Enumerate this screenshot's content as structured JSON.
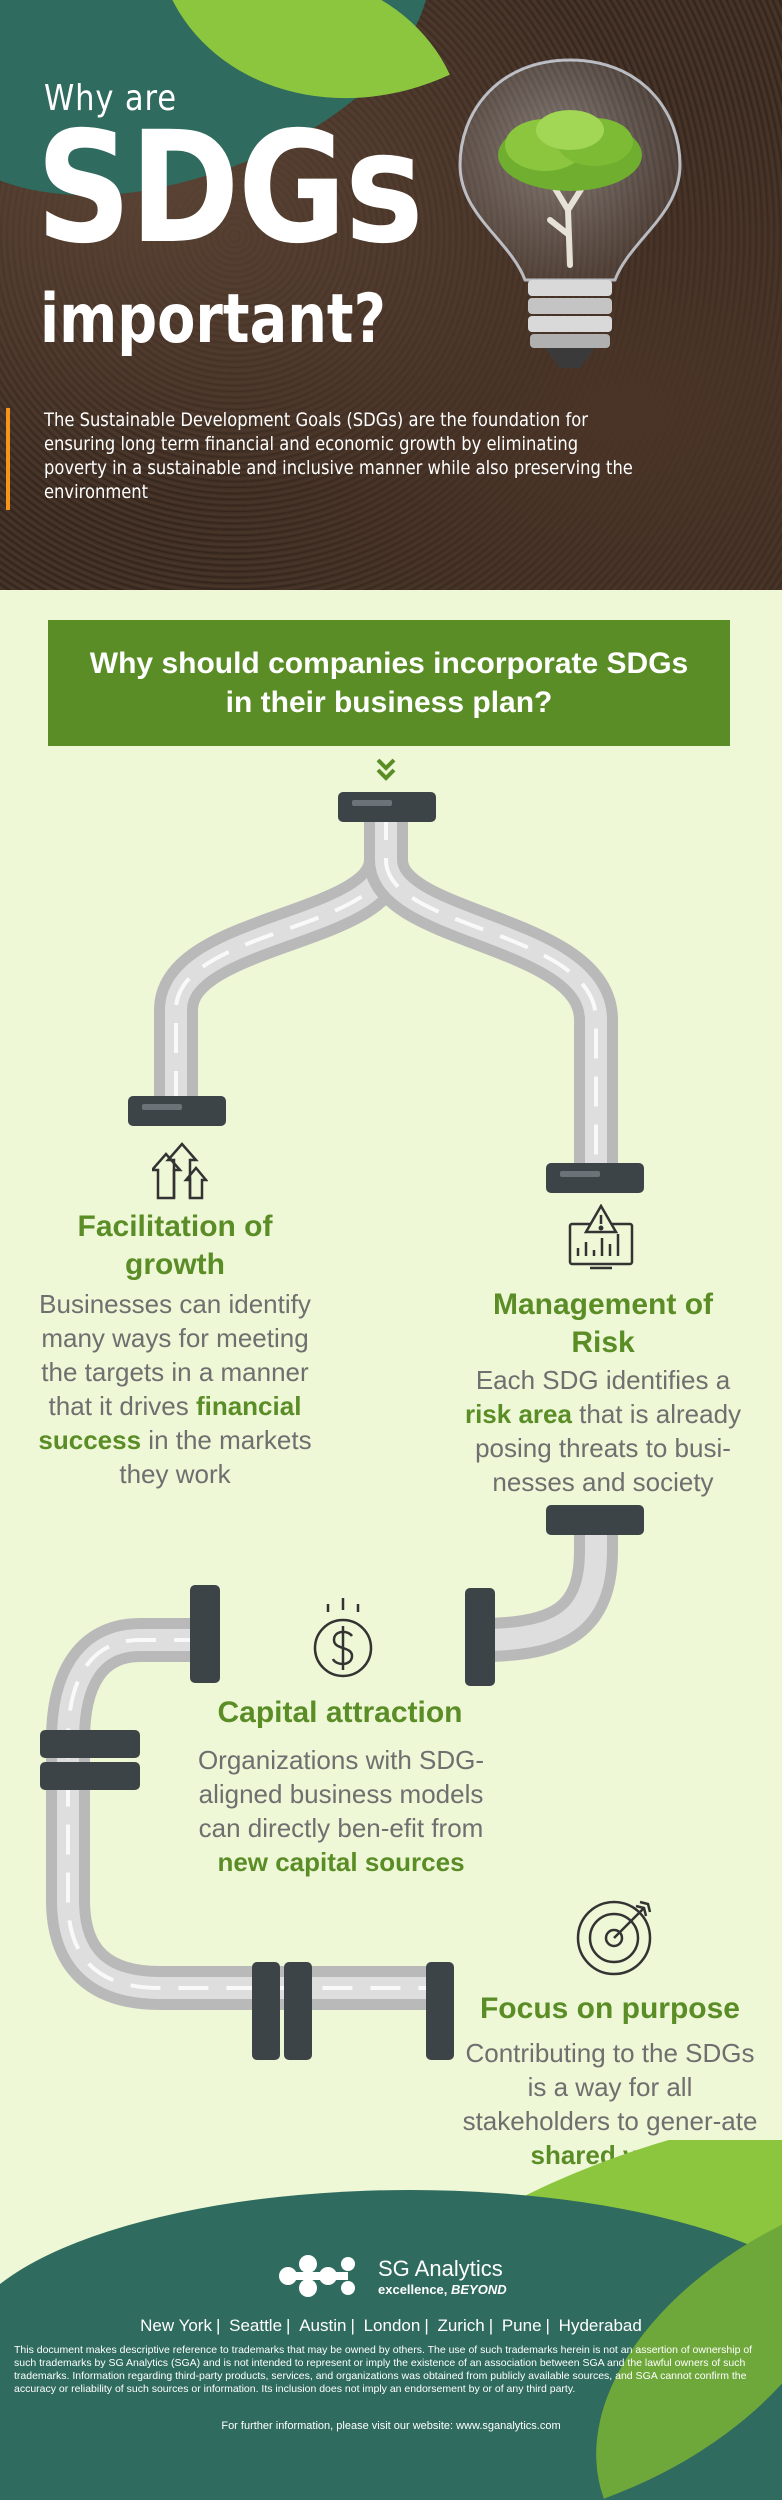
{
  "hero": {
    "line1": "Why are",
    "line2": "SDGs",
    "line3": "important?",
    "intro": "The Sustainable Development Goals (SDGs) are the foundation for ensuring long term financial and economic growth by eliminating poverty in a sustainable and inclusive manner while also preserving the environment"
  },
  "header": {
    "title": "Why should companies incorporate SDGs in their business plan?"
  },
  "sections": [
    {
      "icon": "growth-arrows-icon",
      "title": "Facilitation of growth",
      "body_before": "Businesses can identify many ways for meeting the targets in a manner that it drives ",
      "body_bold": "financial success",
      "body_after": " in the markets they work"
    },
    {
      "icon": "risk-warning-chart-icon",
      "title": "Management of Risk",
      "body_before": "Each SDG identifies a ",
      "body_bold": "risk area",
      "body_after": " that is already posing threats to busi-nesses and society"
    },
    {
      "icon": "dollar-coin-icon",
      "title": "Capital attraction",
      "body_before": "Organizations with SDG-aligned business models can directly ben-efit from ",
      "body_bold": "new capital sources",
      "body_after": ""
    },
    {
      "icon": "target-icon",
      "title": "Focus on purpose",
      "body_before": "Contributing to the SDGs is a way for all stakeholders to gener-ate ",
      "body_bold": "shared value",
      "body_after": ""
    }
  ],
  "footer": {
    "logo_name": "SG Analytics",
    "logo_tag_a": "excellence, ",
    "logo_tag_b": "BEYOND",
    "cities": [
      "New York",
      "Seattle",
      "Austin",
      "London",
      "Zurich",
      "Pune",
      "Hyderabad"
    ],
    "disclaimer": "This document makes descriptive reference to trademarks that may be owned by others. The use of such trademarks herein is not an assertion of ownership of such trademarks by SG Analytics (SGA) and is not intended to represent or imply the existence of an association between SGA and the lawful owners of such trademarks. Information regarding third-party products, services, and organizations was obtained from publicly available sources, and SGA cannot confirm the accuracy or reliability of such sources or information. Its inclusion does not imply an endorsement by or of any third party.",
    "further": "For further information, please visit our website: www.sganalytics.com"
  },
  "colors": {
    "brand_green": "#5b8d27",
    "light_green": "#8cc63f",
    "teal": "#2f6b5e",
    "accent_orange": "#f7941d",
    "background": "#eef7d6"
  }
}
